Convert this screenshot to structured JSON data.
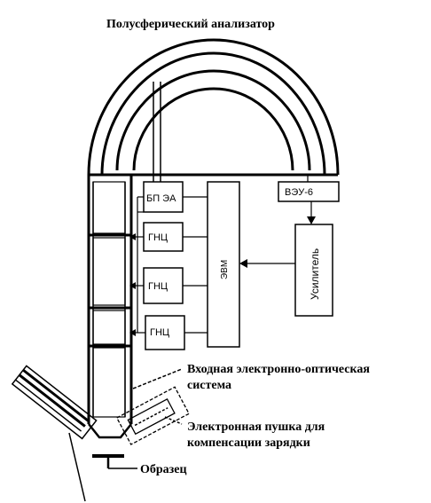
{
  "labels": {
    "analyzer": "Полусферический анализатор",
    "input_optics_line1": "Входная электронно-оптическая",
    "input_optics_line2": "система",
    "gun_line1": "Электронная пушка для",
    "gun_line2": "компенсации зарядки",
    "sample": "Образец"
  },
  "blocks": {
    "blpel": "БП ЭА",
    "gnc_1": "ГНЦ",
    "gnc_2": "ГНЦ",
    "gnc_3": "ГНЦ",
    "evm": "ЭВМ",
    "veu": "ВЭУ-6",
    "amplifier": "Усилитель"
  },
  "colors": {
    "ink": "#000000",
    "background": "#ffffff"
  }
}
